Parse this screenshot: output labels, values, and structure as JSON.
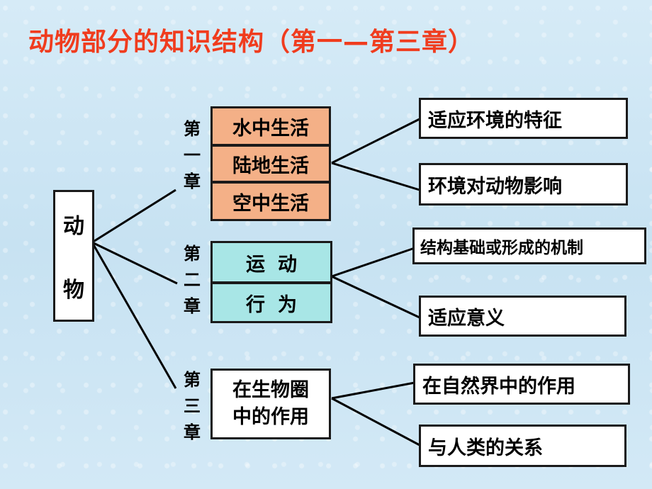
{
  "title": "动物部分的知识结构（第一—第三章）",
  "root": "动物",
  "root_chars": [
    "动",
    "物"
  ],
  "chapters": [
    {
      "label": "第一章",
      "topics": [
        "水中生活",
        "陆地生活",
        "空中生活"
      ],
      "aspects": [
        "适应环境的特征",
        "环境对动物影响"
      ]
    },
    {
      "label": "第二章",
      "topics": [
        "运动",
        "行为"
      ],
      "aspects": [
        "结构基础或形成的机制",
        "适应意义"
      ]
    },
    {
      "label": "第三章",
      "topics": [
        "在生物圈中的作用"
      ],
      "topic_lines": [
        "在生物圈",
        "中的作用"
      ],
      "aspects": [
        "在自然界中的作用",
        "与人类的关系"
      ]
    }
  ],
  "colors": {
    "title": "#f03c1e",
    "chapter1_box": "#f4b087",
    "chapter2_box": "#a8e6e6",
    "line": "#000000"
  }
}
